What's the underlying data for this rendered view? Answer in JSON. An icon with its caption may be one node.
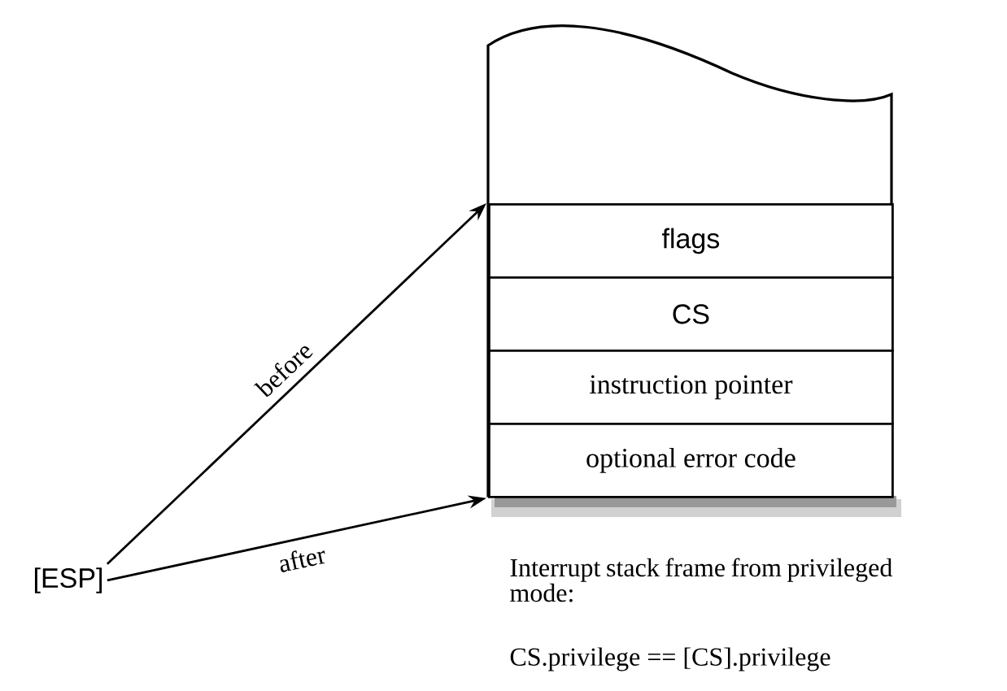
{
  "diagram": {
    "nodes": [
      {
        "text": [],
        "shape": "box"
      },
      {
        "text": [
          "flags"
        ],
        "in": 0
      },
      {
        "text": [
          "CS"
        ],
        "in": 0
      },
      {
        "text": [
          "instruction pointer"
        ],
        "in": 0
      },
      {
        "text": [
          "optional error code"
        ],
        "in": 0
      },
      {
        "text": [
          "[ESP]"
        ]
      }
    ],
    "edges": [
      {
        "from": 5,
        "to": 1,
        "arrow": "to",
        "label": "before"
      },
      {
        "from": 5,
        "to": 4,
        "arrow": "to",
        "label": "after"
      }
    ],
    "labels": [
      "Interrupt stack frame from privileged mode:",
      "CS.privilege == [CS].privilege"
    ]
  }
}
